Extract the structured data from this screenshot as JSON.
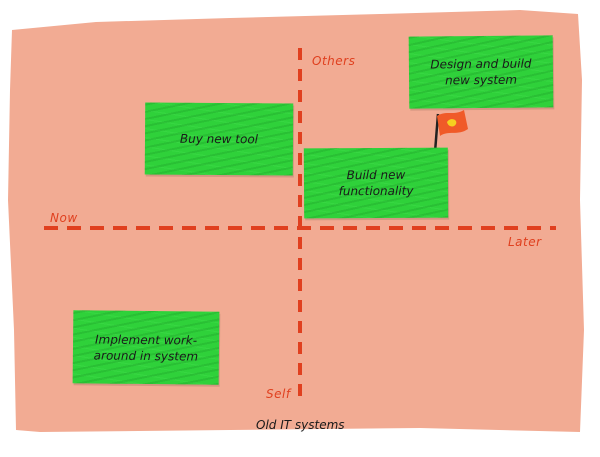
{
  "colors": {
    "board": "#f2ab93",
    "axis": "#e0401f",
    "sticky": "#2fd13a",
    "flag": "#f05a28",
    "text": "#1a1a1a"
  },
  "axes": {
    "top": "Others",
    "bottom": "Self",
    "left": "Now",
    "right": "Later"
  },
  "notes": [
    {
      "text": "Design and build new system"
    },
    {
      "text": "Buy new tool"
    },
    {
      "text": "Build new functionality"
    },
    {
      "text": "Implement work-around in system"
    }
  ],
  "flag_icon": "flag-icon",
  "caption": "Old IT systems"
}
